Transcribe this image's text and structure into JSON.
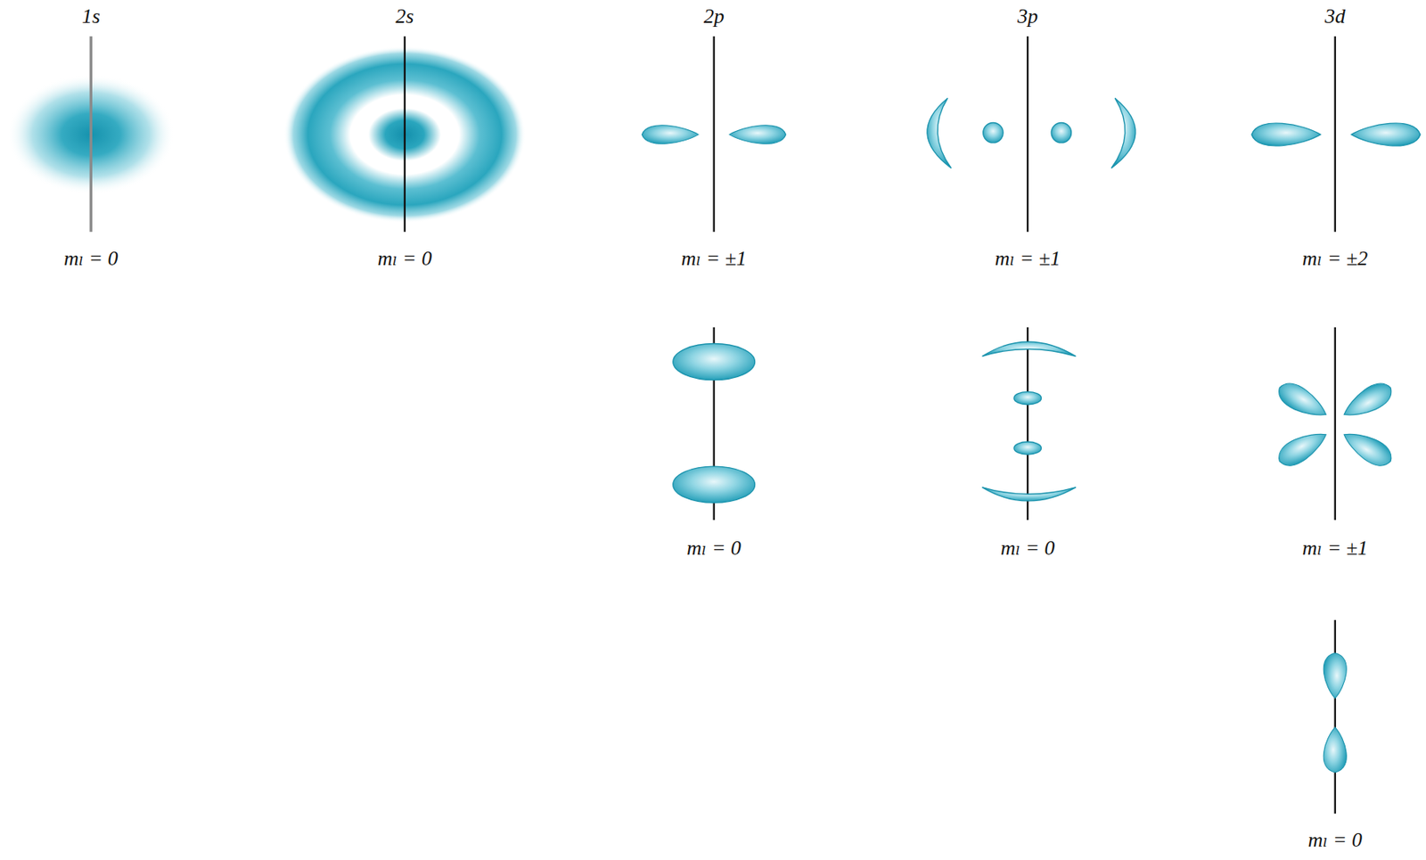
{
  "diagram": {
    "labels": [
      "1s",
      "2s",
      "2p",
      "3p",
      "3d",
      "mₗ = 0",
      "mₗ = 0",
      "mₗ = ±1",
      "mₗ = ±1",
      "mₗ = ±2",
      "mₗ = 0",
      "mₗ = 0",
      "mₗ = ±1",
      "mₗ = 0"
    ]
  }
}
